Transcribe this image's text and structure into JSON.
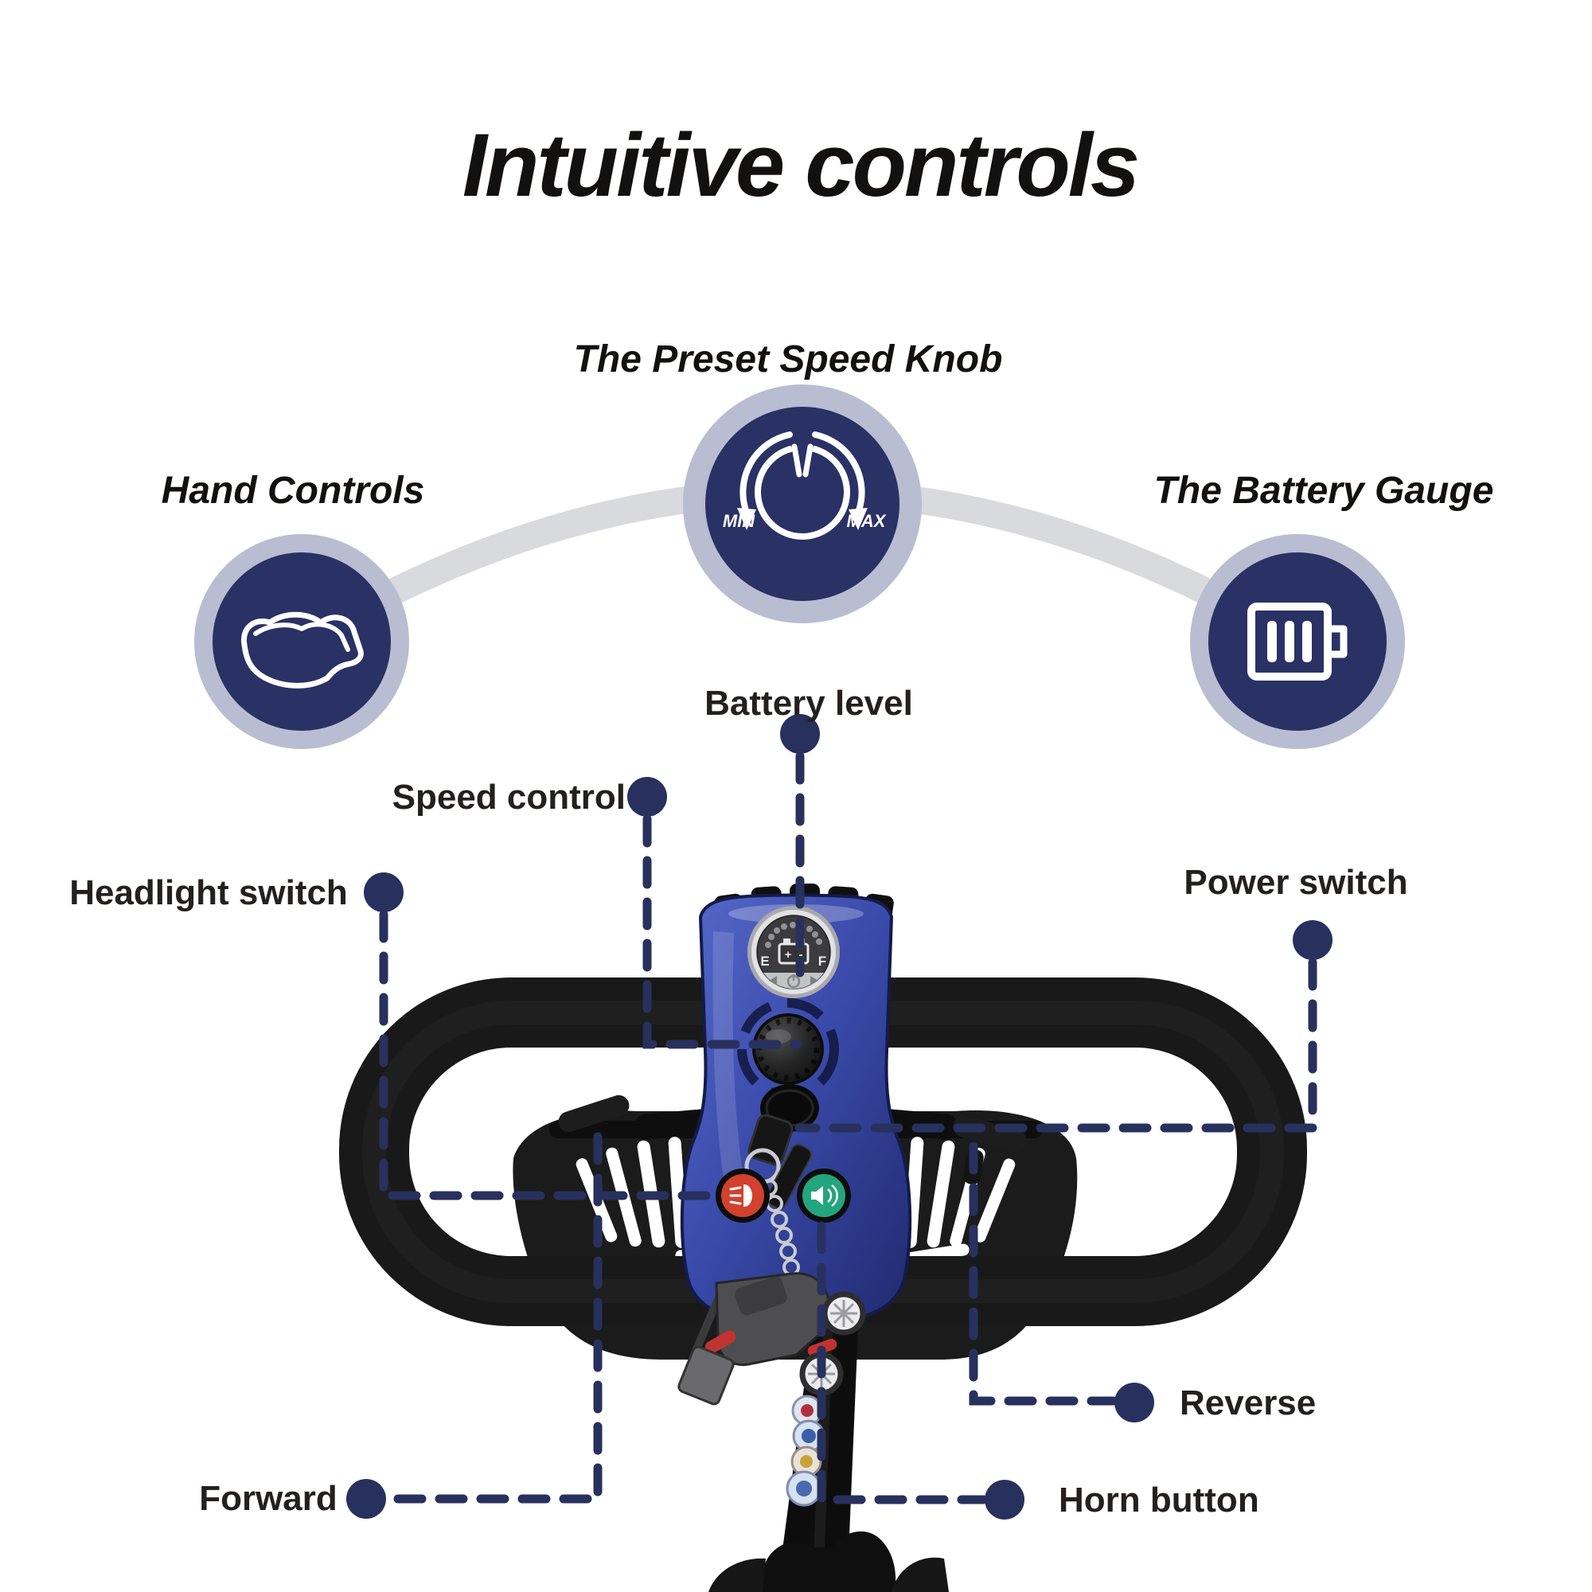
{
  "title": "Intuitive controls",
  "features": {
    "hand_controls": {
      "label": "Hand Controls",
      "icon": "hand-controls-icon"
    },
    "preset_speed_knob": {
      "label": "The Preset Speed Knob",
      "icon": "speed-knob-icon",
      "knob_min": "MIN",
      "knob_max": "MAX"
    },
    "battery_gauge": {
      "label": "The Battery Gauge",
      "icon": "battery-icon"
    }
  },
  "console_gauge": {
    "empty": "E",
    "full": "F",
    "plus": "+",
    "minus": "-"
  },
  "callouts": {
    "battery_level": {
      "label": "Battery level"
    },
    "speed_control": {
      "label": "Speed control"
    },
    "headlight_switch": {
      "label": "Headlight switch"
    },
    "power_switch": {
      "label": "Power switch"
    },
    "reverse": {
      "label": "Reverse"
    },
    "forward": {
      "label": "Forward"
    },
    "horn_button": {
      "label": "Horn button"
    }
  },
  "colors": {
    "accent_navy": "#28305e",
    "badge_navy": "#2a3165",
    "badge_ring": "#b9bdd1",
    "connector_arc": "#d9dade",
    "heading_text": "#121110",
    "label_text": "#24201f",
    "console_blue": "#3b4dae",
    "headlight_button_red": "#d2402e",
    "horn_button_green": "#23a57d"
  }
}
